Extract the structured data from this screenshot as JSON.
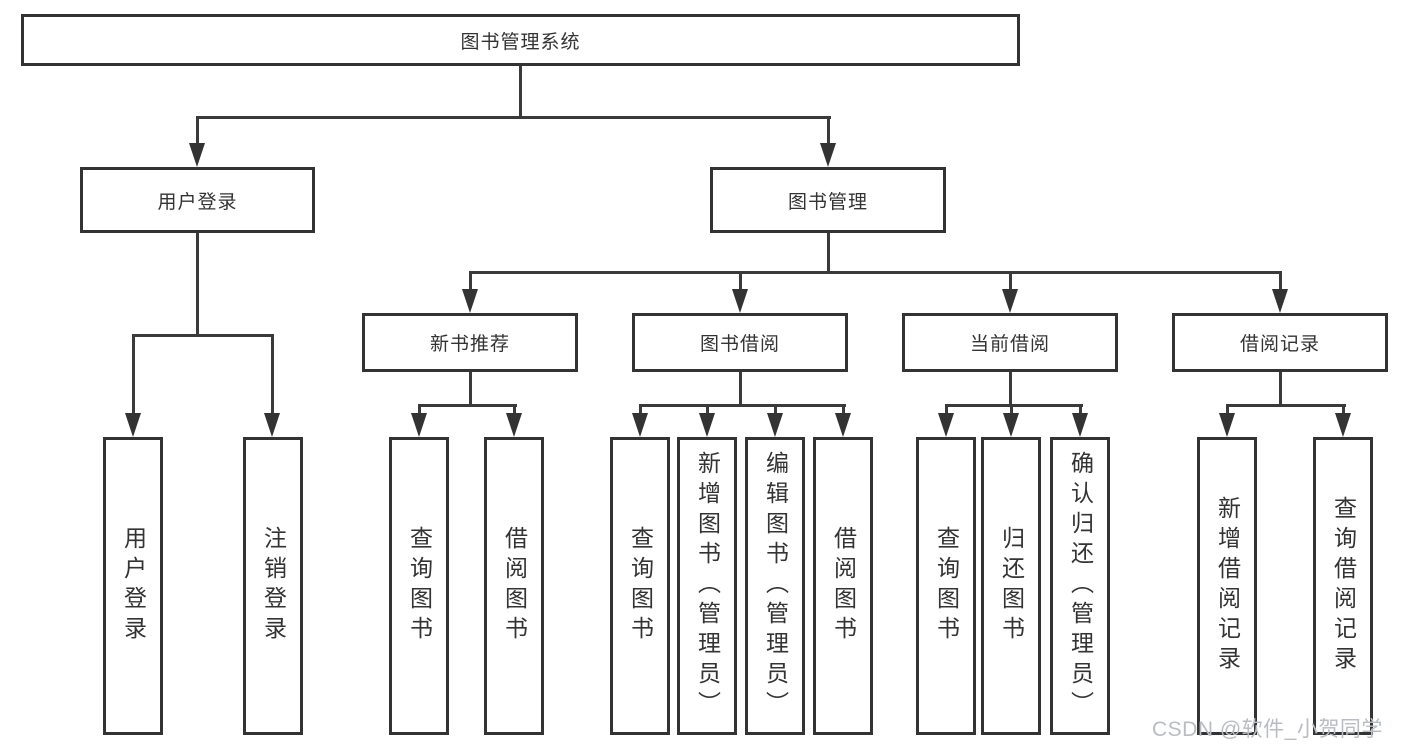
{
  "tree": {
    "root": "图书管理系统",
    "branches": [
      {
        "label": "用户登录",
        "children": [
          "用户登录",
          "注销登录"
        ]
      },
      {
        "label": "图书管理",
        "groups": [
          {
            "label": "新书推荐",
            "children": [
              "查询图书",
              "借阅图书"
            ]
          },
          {
            "label": "图书借阅",
            "children": [
              "查询图书",
              "新增图书（管理员）",
              "编辑图书（管理员）",
              "借阅图书"
            ]
          },
          {
            "label": "当前借阅",
            "children": [
              "查询图书",
              "归还图书",
              "确认归还（管理员）"
            ]
          },
          {
            "label": "借阅记录",
            "children": [
              "新增借阅记录",
              "查询借阅记录"
            ]
          }
        ]
      }
    ]
  },
  "watermark": {
    "text": "CSDN @软件_小贺同学"
  },
  "colors": {
    "box_border": "#333333",
    "connector": "#3a3a3a",
    "text": "#333333",
    "watermark": "#b9bdc2",
    "background": "#ffffff"
  }
}
